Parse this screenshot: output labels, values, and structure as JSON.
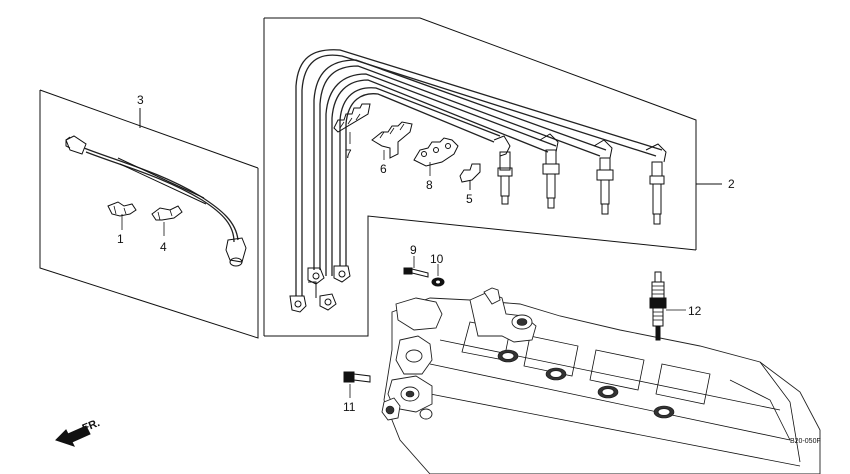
{
  "diagram": {
    "callouts": {
      "p1": "1",
      "p2": "2",
      "p3": "3",
      "p4": "4",
      "p5": "5",
      "p6": "6",
      "p7": "7",
      "p8": "8",
      "p9": "9",
      "p10": "10",
      "p11": "11",
      "p12": "12"
    },
    "direction_label": "FR.",
    "diagram_code": "B20-050F"
  }
}
